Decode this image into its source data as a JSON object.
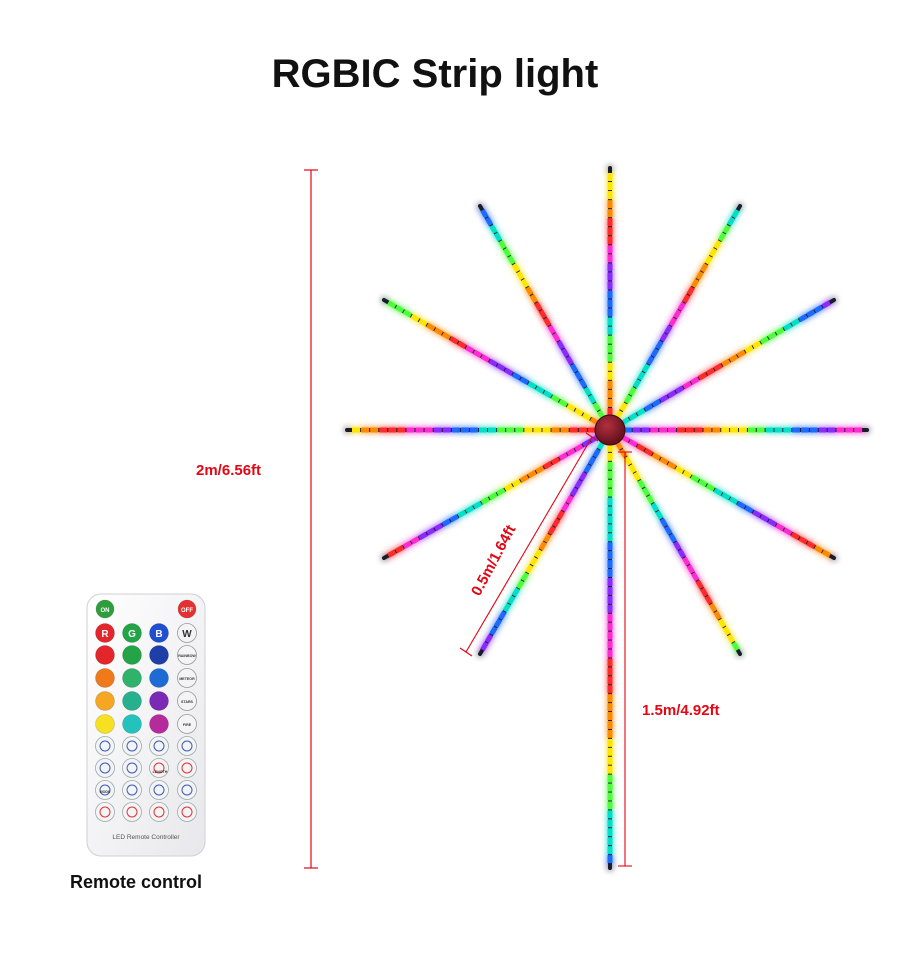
{
  "title": "RGBIC Strip light",
  "dimensions": {
    "total_height": "2m/6.56ft",
    "arm_length": "0.5m/1.64ft",
    "stem_length": "1.5m/4.92ft"
  },
  "remote": {
    "caption": "Remote control",
    "brand_text": "LED Remote Controller",
    "on_label": "ON",
    "off_label": "OFF",
    "rgb_labels": [
      "R",
      "G",
      "B",
      "W"
    ],
    "side_labels": [
      "RAINBOW",
      "METEOR",
      "STARS",
      "FIRE"
    ],
    "mode_labels": [
      "MODE",
      "MODE",
      "LENGTH",
      "LENGTH"
    ]
  },
  "colors": {
    "dimension": "#e30613",
    "hub": "#7a1422",
    "led_palette": [
      "#ff2a2a",
      "#ff8a00",
      "#ffe600",
      "#4dff3a",
      "#00e0c8",
      "#1e6bff",
      "#8a2bff",
      "#ff2bd0"
    ]
  }
}
